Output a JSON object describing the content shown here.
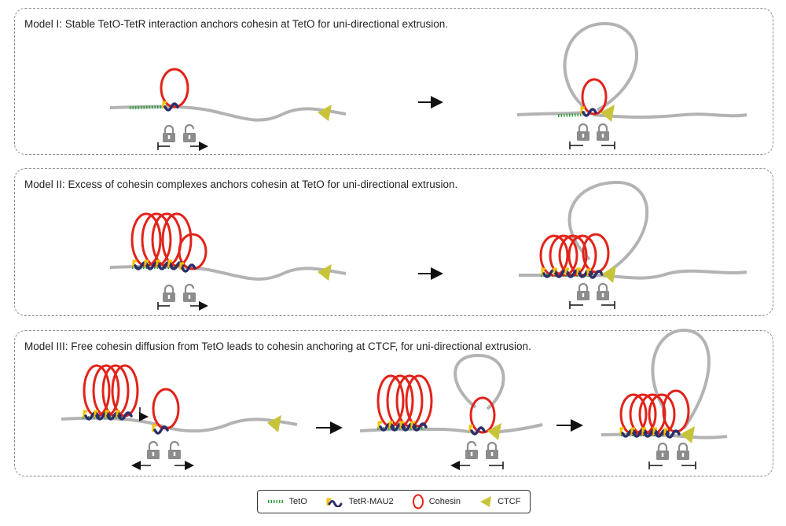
{
  "panels": [
    {
      "title": "Model I: Stable TetO-TetR interaction anchors cohesin at TetO for uni-directional extrusion."
    },
    {
      "title": "Model II: Excess of cohesin complexes anchors cohesin at TetO for uni-directional extrusion."
    },
    {
      "title": "Model III: Free cohesin diffusion from TetO leads to cohesin anchoring at CTCF, for uni-directional extrusion."
    }
  ],
  "legend": {
    "teto": "TetO",
    "tetr": "TetR-MAU2",
    "cohesin": "Cohesin",
    "ctcf": "CTCF"
  },
  "colors": {
    "dna": "#b3b3b3",
    "cohesin": "#e2231a",
    "teto": "#2e9e3f",
    "tetr": "#2b2f6b",
    "tetr_cap": "#f2c200",
    "ctcf": "#c8c43a",
    "lock": "#8c8c8c"
  }
}
